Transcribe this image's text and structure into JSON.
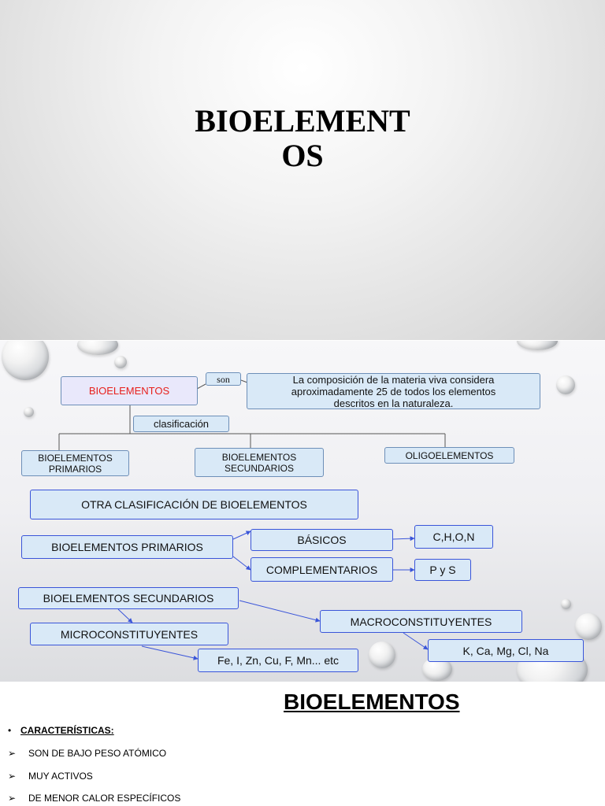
{
  "slide1": {
    "title_line1": "BIOELEMENT",
    "title_line2": "OS"
  },
  "slide2": {
    "bioelementos": "BIOELEMENTOS",
    "son": "son",
    "composicion": "La composición de la materia viva considera aproximadamente  25 de todos los elementos descritos en la naturaleza.",
    "clasificacion": "clasificación",
    "primarios": "BIOELEMENTOS PRIMARIOS",
    "secundarios": "BIOELEMENTOS SECUNDARIOS",
    "oligo": "OLIGOELEMENTOS",
    "otra": "OTRA CLASIFICACIÓN DE BIOELEMENTOS",
    "bio_primarios": "BIOELEMENTOS PRIMARIOS",
    "basicos": "BÁSICOS",
    "chon": "C,H,O,N",
    "complementarios": "COMPLEMENTARIOS",
    "pys": "P y S",
    "bio_secundarios": "BIOELEMENTOS SECUNDARIOS",
    "macro": "MACROCONSTITUYENTES",
    "micro": "MICROCONSTITUYENTES",
    "k_ca": "K, Ca, Mg, Cl, Na",
    "fe_i": "Fe, I, Zn, Cu, F, Mn... etc",
    "accent_red": "#e8201c"
  },
  "slide3": {
    "title": "BIOELEMENTOS",
    "caracteristicas": "CARACTERÍSTICAS:",
    "items": [
      "SON DE BAJO PESO ATÓMICO",
      "MUY ACTIVOS",
      "DE MENOR CALOR ESPECÍFICOS"
    ]
  }
}
